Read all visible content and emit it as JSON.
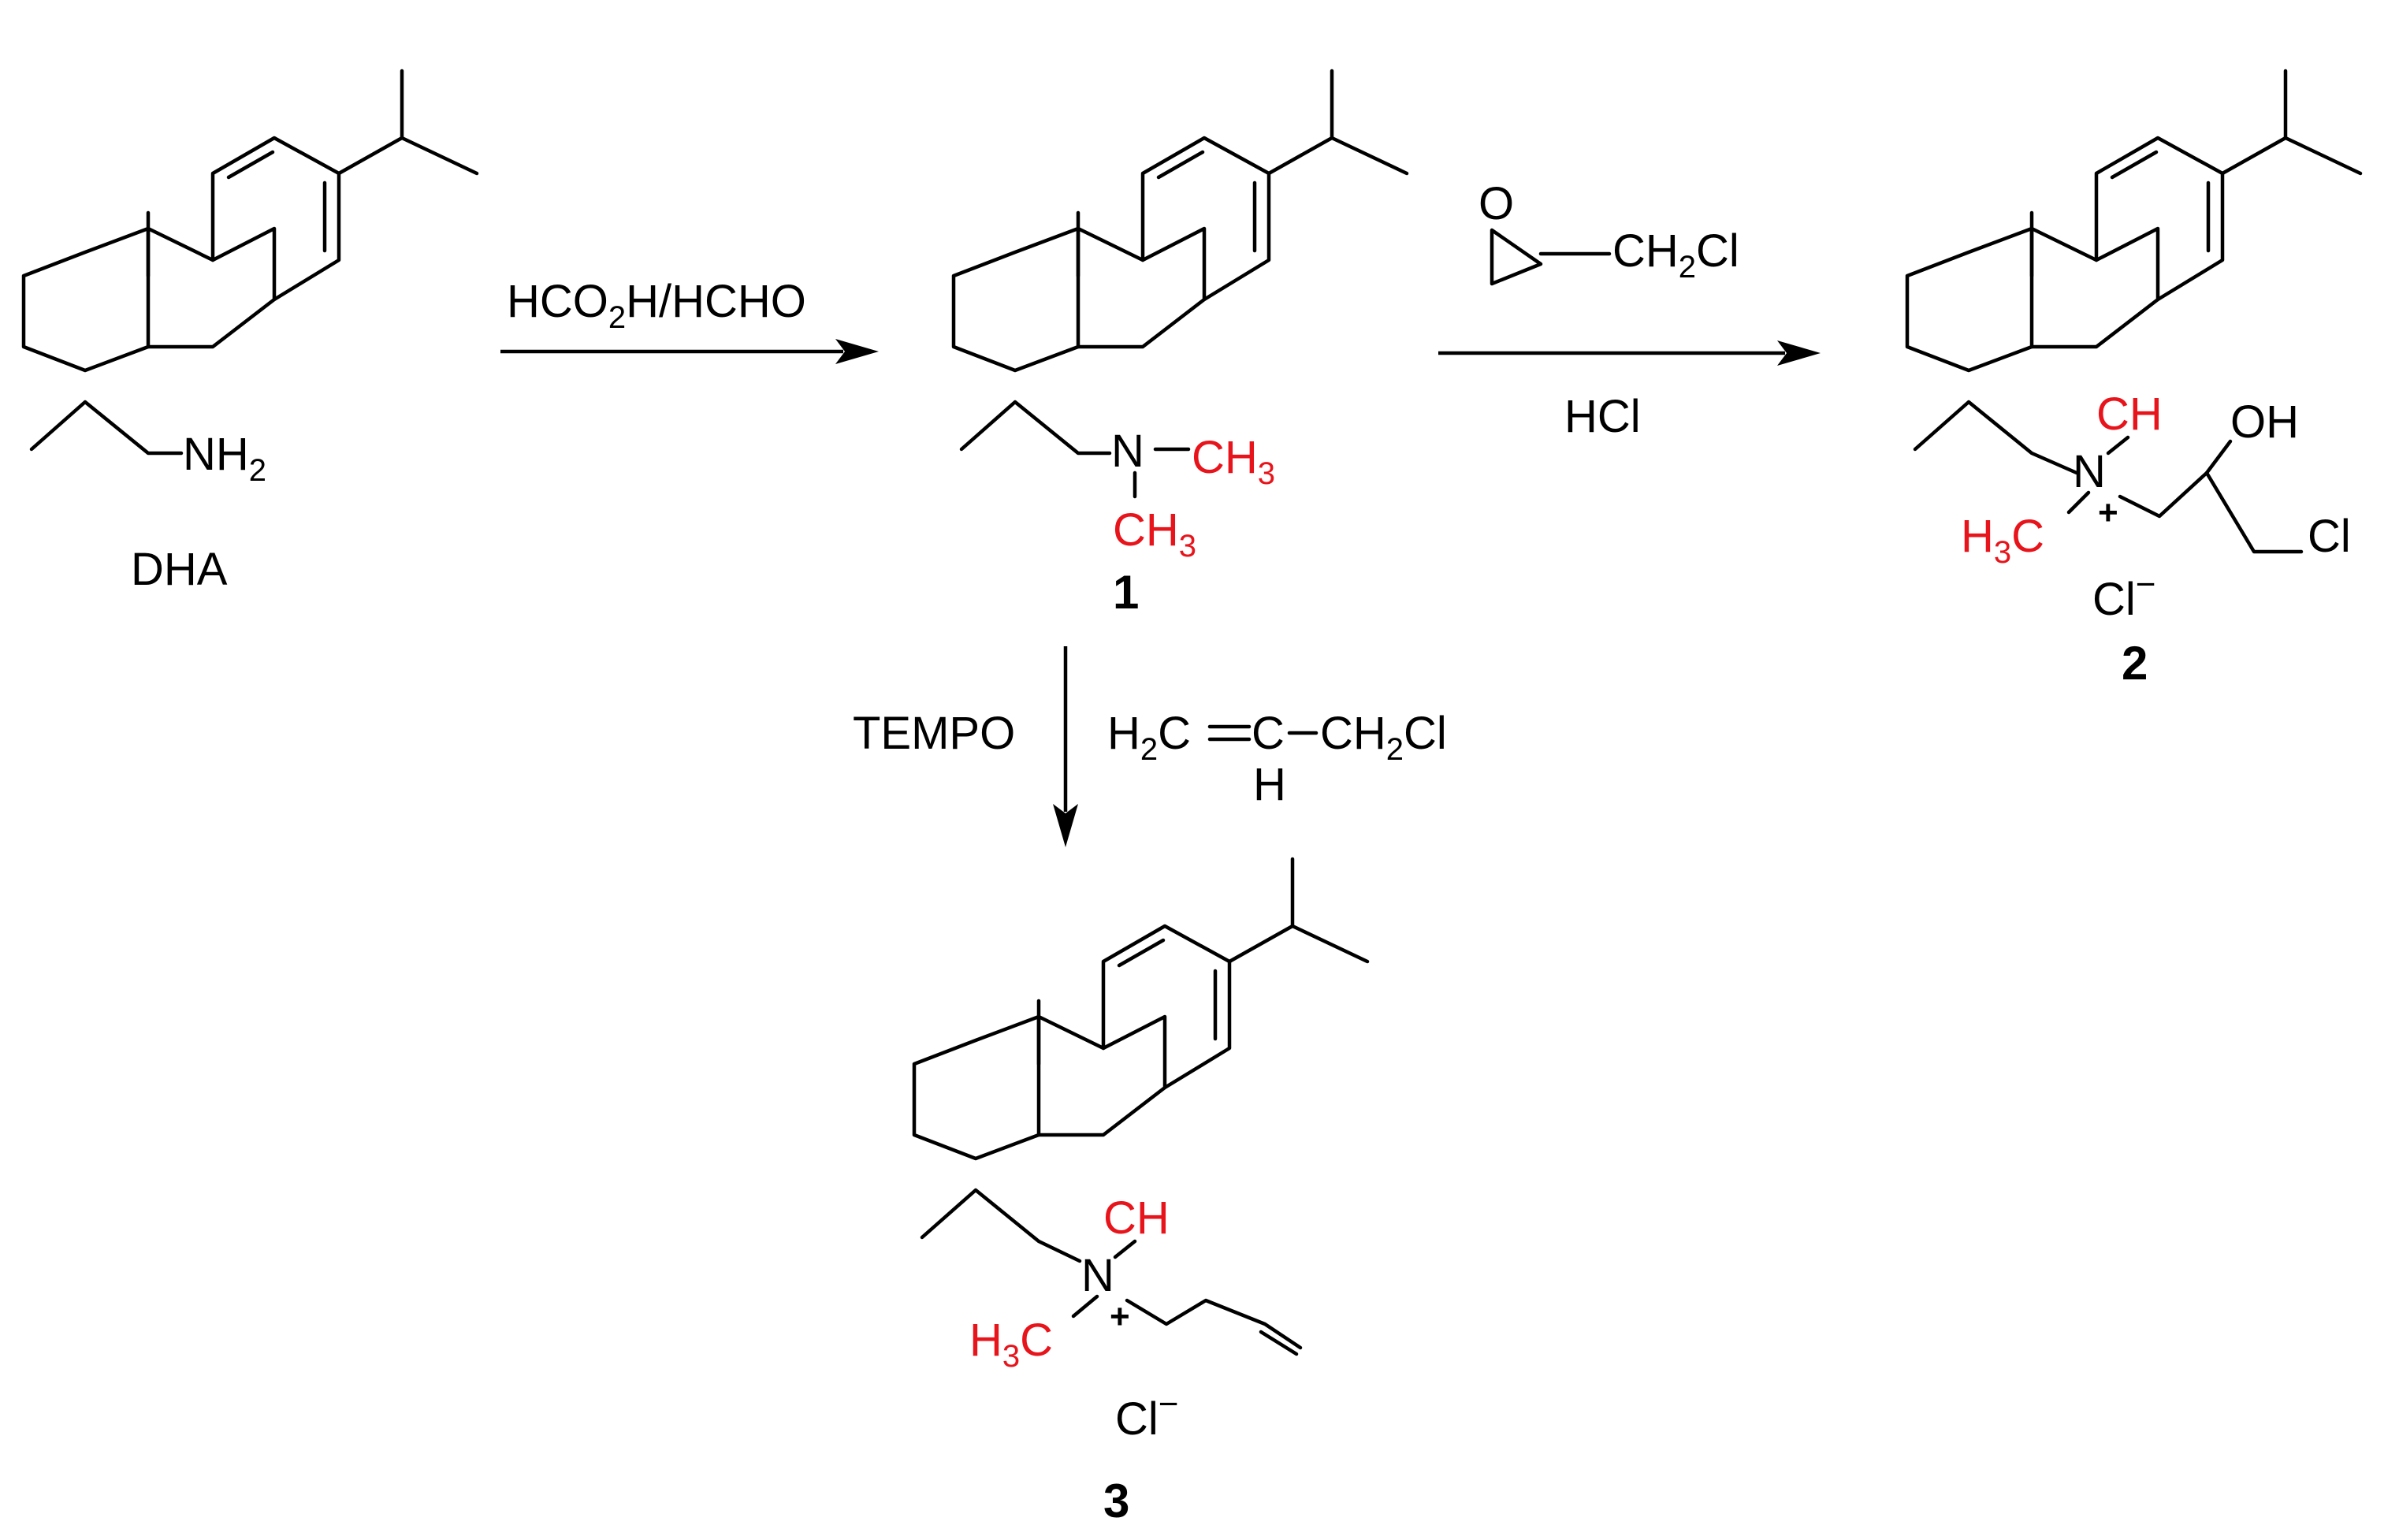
{
  "colors": {
    "ink": "#000000",
    "highlight": "#e8141b",
    "background": "#ffffff"
  },
  "compounds": {
    "dha": {
      "name": "DHA",
      "amine": "NH",
      "sub": "2"
    },
    "c1": {
      "number": "1",
      "nitrogen": "N",
      "methyl": "CH",
      "sub": "3"
    },
    "c2": {
      "number": "2",
      "nitrogen": "N",
      "methyl": "CH",
      "methyl_left_a": "H",
      "methyl_left_sub": "3",
      "methyl_left_b": "C",
      "charge": "+",
      "hydroxyl": "OH",
      "chloro": "Cl",
      "counterion": "Cl",
      "counterion_charge": "−"
    },
    "c3": {
      "number": "3",
      "nitrogen": "N",
      "methyl": "CH",
      "methyl_left_a": "H",
      "methyl_left_sub": "3",
      "methyl_left_b": "C",
      "charge": "+",
      "counterion": "Cl",
      "counterion_charge": "−"
    }
  },
  "steps": {
    "step1": {
      "reagent_a": "HCO",
      "reagent_sub": "2",
      "reagent_b": "H/HCHO"
    },
    "step2": {
      "epoxide_o": "O",
      "reagent_a": "CH",
      "reagent_sub": "2",
      "reagent_b": "Cl",
      "acid": "HCl"
    },
    "step3": {
      "catalyst": "TEMPO",
      "allyl_a": "H",
      "allyl_sub": "2",
      "allyl_b": "C",
      "allyl_c": "C",
      "allyl_d": "CH",
      "allyl_sub2": "2",
      "allyl_e": "Cl",
      "allyl_h": "H"
    }
  }
}
